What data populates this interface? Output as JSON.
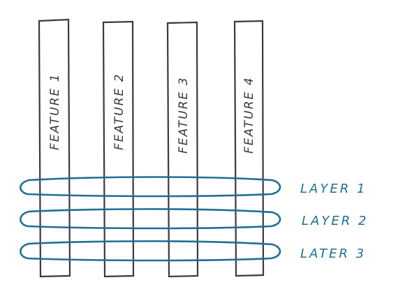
{
  "features": [
    {
      "label": "FEATURE 1"
    },
    {
      "label": "FEATURE 2"
    },
    {
      "label": "FEATURE 3"
    },
    {
      "label": "FEATURE 4"
    }
  ],
  "layers": [
    {
      "label": "LAYER 1"
    },
    {
      "label": "LAYER 2"
    },
    {
      "label": "LATER 3"
    }
  ],
  "colors": {
    "feature_stroke": "#3a3a3a",
    "layer_stroke": "#1f6f94"
  }
}
